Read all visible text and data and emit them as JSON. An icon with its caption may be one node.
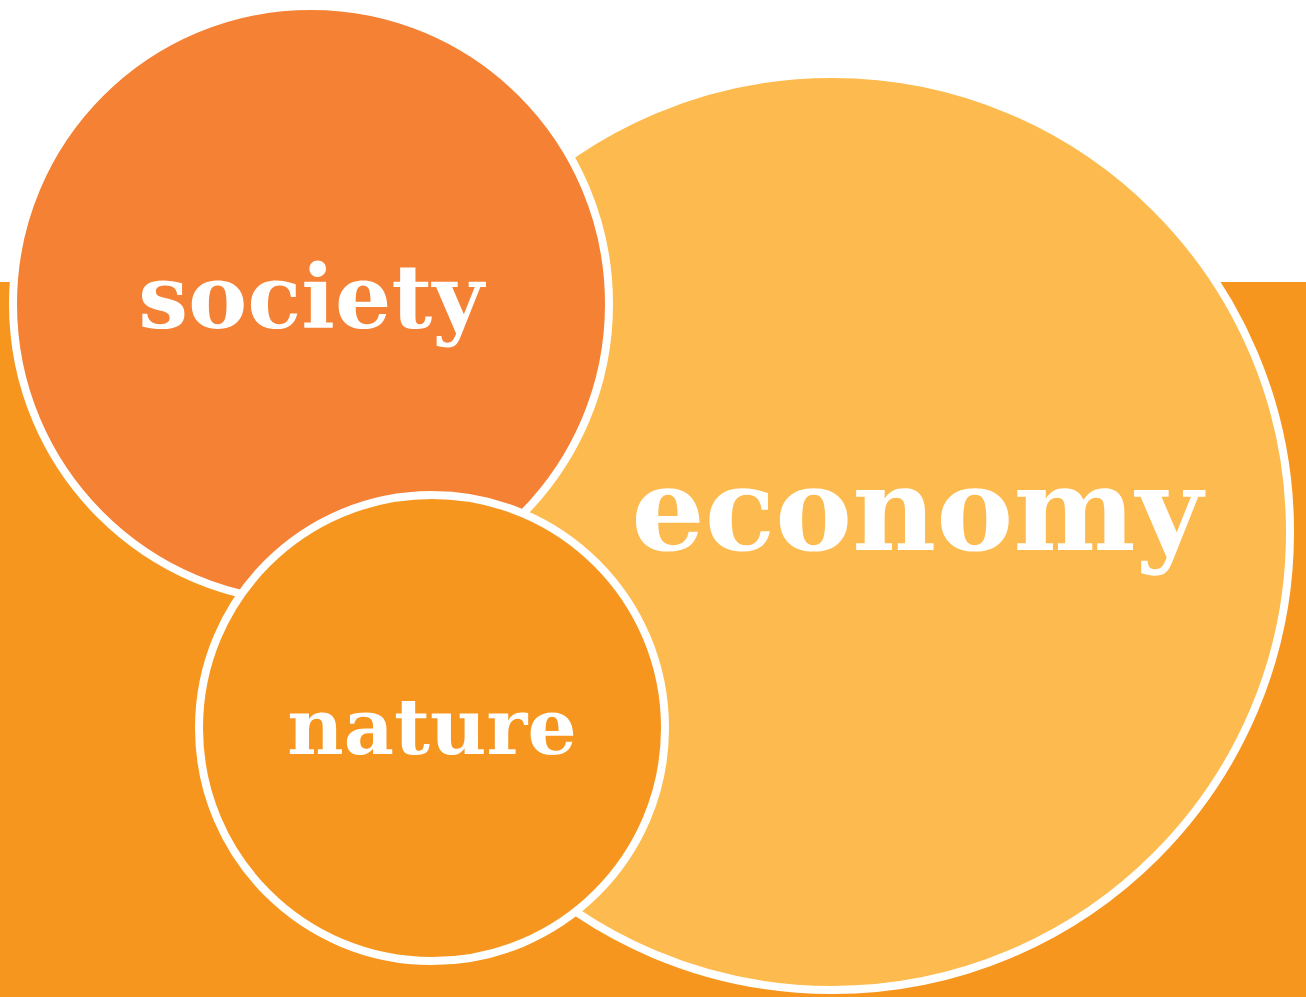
{
  "diagram": {
    "nodes": [
      {
        "text": [
          "society"
        ]
      },
      {
        "text": [
          "economy"
        ]
      },
      {
        "text": [
          "nature"
        ]
      }
    ]
  }
}
